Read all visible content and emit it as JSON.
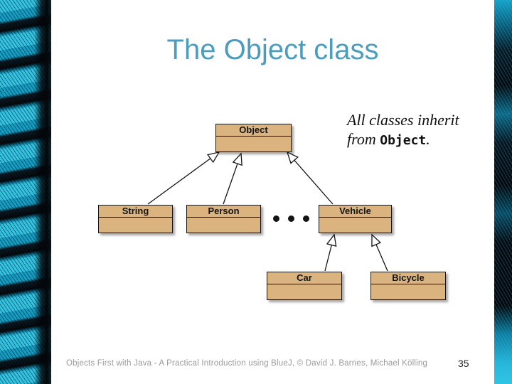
{
  "slide": {
    "title": "The Object class",
    "note": {
      "line1": "All classes inherit",
      "line2_pre": "from ",
      "line2_code": "Object",
      "line2_post": "."
    },
    "footer": {
      "credit": "Objects First with Java - A Practical Introduction using BlueJ, © David J. Barnes, Michael Kölling",
      "page_number": "35"
    }
  },
  "diagram": {
    "type": "uml-class-inheritance",
    "classes": [
      "Object",
      "String",
      "Person",
      "Vehicle",
      "Car",
      "Bicycle"
    ],
    "ellipsis": "...",
    "relationships": [
      {
        "subclass": "String",
        "superclass": "Object"
      },
      {
        "subclass": "Person",
        "superclass": "Object"
      },
      {
        "subclass": "Vehicle",
        "superclass": "Object"
      },
      {
        "subclass": "Car",
        "superclass": "Vehicle"
      },
      {
        "subclass": "Bicycle",
        "superclass": "Vehicle"
      }
    ]
  },
  "colors": {
    "title_text": "#4b9cbd",
    "uml_box_fill": "#dbb37e",
    "uml_box_border": "#141414",
    "footer_text": "#9a9a9a",
    "page_number": "#222222",
    "feather_cyan": "#2bb9dc"
  }
}
